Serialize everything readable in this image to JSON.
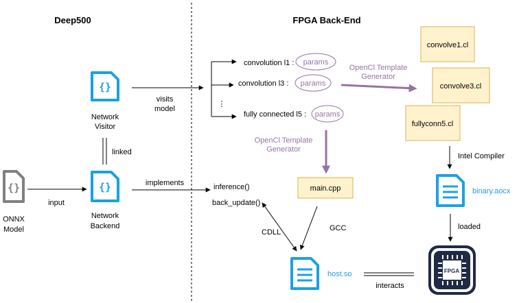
{
  "sections": {
    "left_title": "Deep500",
    "right_title": "FPGA Back-End"
  },
  "nodes": {
    "onnx_model": [
      "ONNX",
      "Model"
    ],
    "network_visitor": [
      "Network",
      "Visitor"
    ],
    "network_backend": [
      "Network",
      "Backend"
    ],
    "host_so": "host.so",
    "binary_aocx": "binary.aocx",
    "fpga_chip": "FPGA",
    "main_cpp": "main.cpp",
    "convolve1": "convolve1.cl",
    "convolve3": "convolve3.cl",
    "fullyconn5": "fullyconn5.cl",
    "curly_glyph": "{}"
  },
  "layers": [
    {
      "label": "convolution l1 :",
      "param": "params"
    },
    {
      "label": "convolution l3 :",
      "param": "params"
    },
    {
      "label": "fully connected l5 :",
      "param": "params"
    }
  ],
  "ellipsis": "⋮",
  "methods": [
    "inference()",
    "back_update()"
  ],
  "edge_labels": {
    "input": "input",
    "linked": "linked",
    "visits": [
      "visits",
      "model"
    ],
    "implements": "implements",
    "generator_right": [
      "OpenCl Template",
      "Generator"
    ],
    "generator_down": [
      "OpenCl Template",
      "Generator"
    ],
    "intel_compiler": "Intel Compiler",
    "loaded": "loaded",
    "gcc": "GCC",
    "cdll": "CDLL",
    "interacts": "interacts"
  },
  "colors": {
    "accent_blue": "#1ba1e2",
    "purple": "#9673a6",
    "note_fill": "#fff2cc",
    "note_stroke": "#d6b656",
    "gray_icon": "#808080",
    "fpga_dark": "#1f2a44"
  },
  "icons": {
    "json_file": "curly-braces-document-icon",
    "text_file": "text-document-icon",
    "chip": "fpga-chip-icon"
  }
}
